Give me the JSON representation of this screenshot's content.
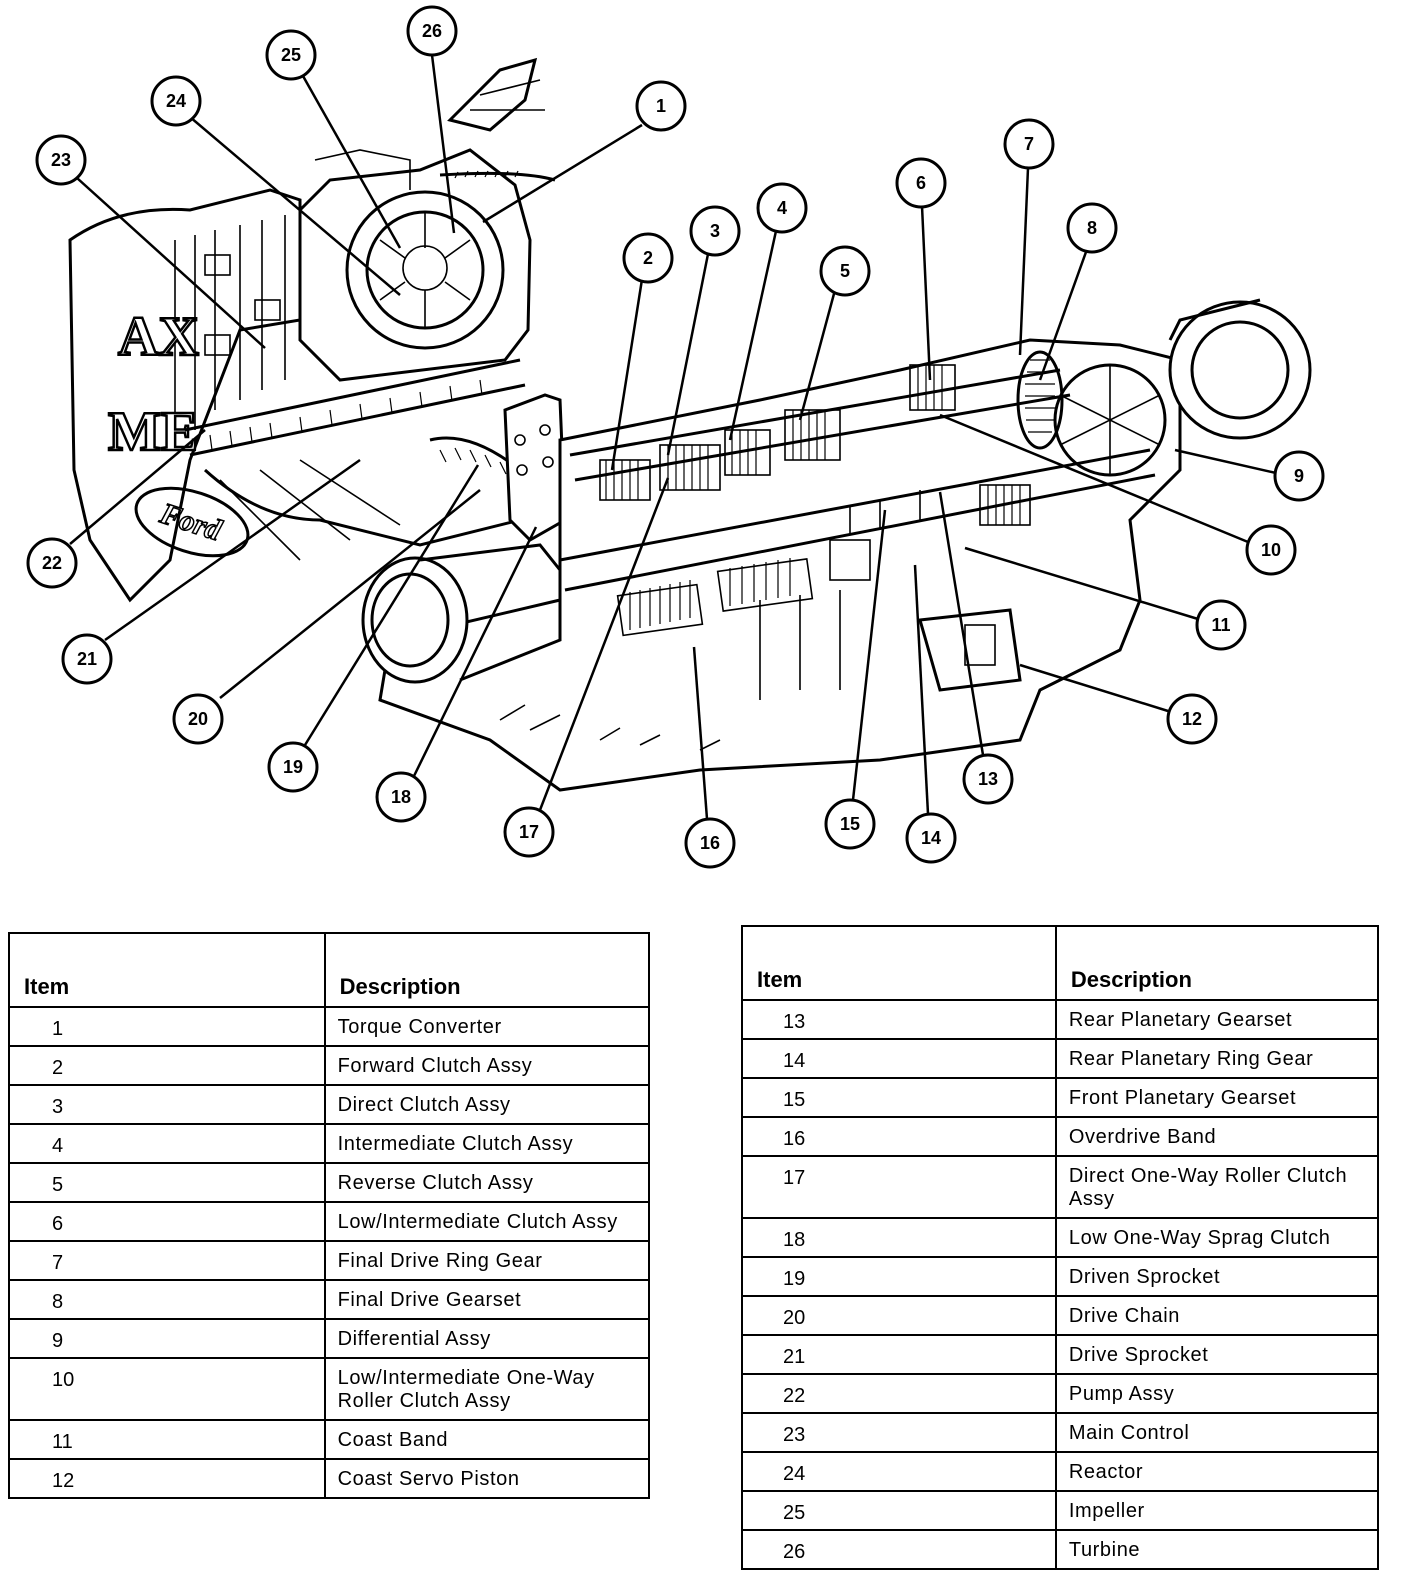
{
  "callouts": [
    "1",
    "2",
    "3",
    "4",
    "5",
    "6",
    "7",
    "8",
    "9",
    "10",
    "11",
    "12",
    "13",
    "14",
    "15",
    "16",
    "17",
    "18",
    "19",
    "20",
    "21",
    "22",
    "23",
    "24",
    "25",
    "26"
  ],
  "case_text": {
    "brand_logo": "Ford",
    "cast_lettering": [
      "AX",
      "ME"
    ]
  },
  "legend": {
    "item_header": "Item",
    "description_header": "Description",
    "left_rows": [
      {
        "item": "1",
        "description": "Torque Converter"
      },
      {
        "item": "2",
        "description": "Forward Clutch Assy"
      },
      {
        "item": "3",
        "description": "Direct Clutch Assy"
      },
      {
        "item": "4",
        "description": "Intermediate Clutch Assy"
      },
      {
        "item": "5",
        "description": "Reverse Clutch Assy"
      },
      {
        "item": "6",
        "description": "Low/Intermediate Clutch Assy"
      },
      {
        "item": "7",
        "description": "Final Drive Ring Gear"
      },
      {
        "item": "8",
        "description": "Final Drive Gearset"
      },
      {
        "item": "9",
        "description": "Differential Assy"
      },
      {
        "item": "10",
        "description": "Low/Intermediate One-Way Roller Clutch Assy"
      },
      {
        "item": "11",
        "description": "Coast Band"
      },
      {
        "item": "12",
        "description": "Coast Servo Piston"
      }
    ],
    "right_rows": [
      {
        "item": "13",
        "description": "Rear Planetary Gearset"
      },
      {
        "item": "14",
        "description": "Rear Planetary Ring Gear"
      },
      {
        "item": "15",
        "description": "Front Planetary Gearset"
      },
      {
        "item": "16",
        "description": "Overdrive Band"
      },
      {
        "item": "17",
        "description": "Direct One-Way Roller Clutch Assy"
      },
      {
        "item": "18",
        "description": "Low One-Way Sprag Clutch"
      },
      {
        "item": "19",
        "description": "Driven Sprocket"
      },
      {
        "item": "20",
        "description": "Drive Chain"
      },
      {
        "item": "21",
        "description": "Drive Sprocket"
      },
      {
        "item": "22",
        "description": "Pump Assy"
      },
      {
        "item": "23",
        "description": "Main Control"
      },
      {
        "item": "24",
        "description": "Reactor"
      },
      {
        "item": "25",
        "description": "Impeller"
      },
      {
        "item": "26",
        "description": "Turbine"
      }
    ]
  }
}
